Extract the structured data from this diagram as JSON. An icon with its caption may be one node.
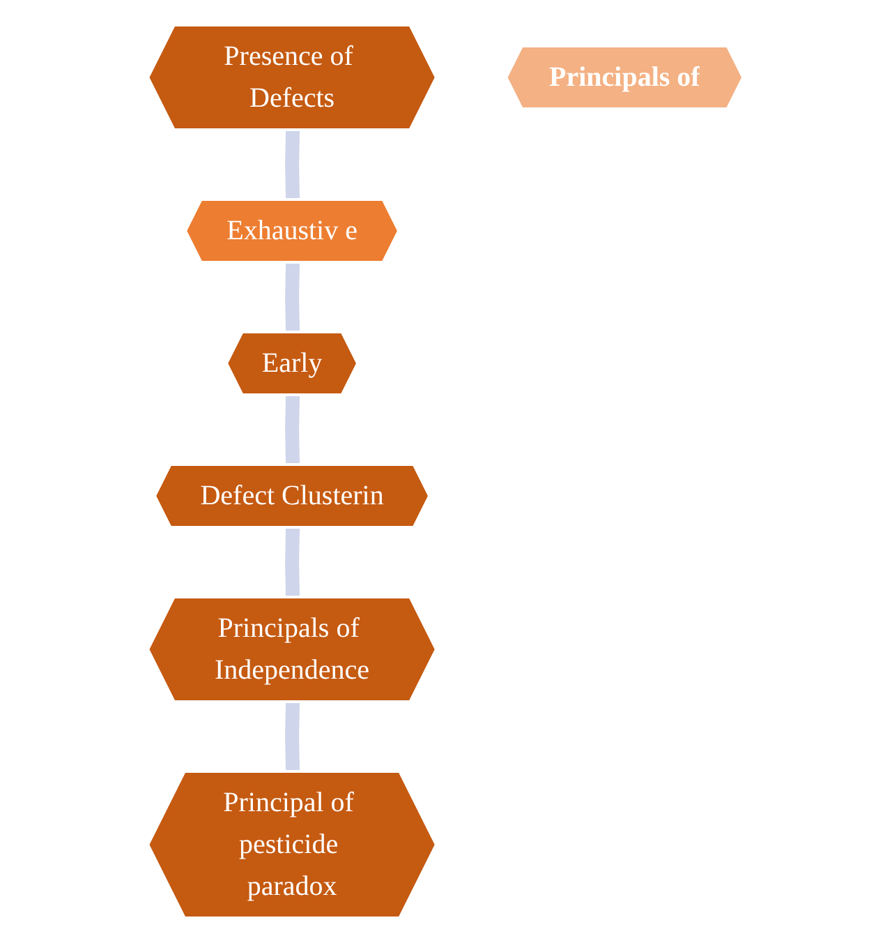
{
  "diagram": {
    "nodes": [
      {
        "text": [
          "Presence of Defects"
        ]
      },
      {
        "text": [
          "Principal of pesticide paradox"
        ]
      },
      {
        "text": [
          "Exhaustiv e"
        ]
      },
      {
        "text": [
          "Principals of"
        ]
      },
      {
        "text": [
          "Principals of Independence"
        ]
      },
      {
        "text": [
          "Early"
        ]
      },
      {
        "text": [
          "Defect Clusterin"
        ]
      }
    ],
    "edges": [
      {
        "from": 0,
        "to": 2,
        "arrow": "none"
      },
      {
        "from": 2,
        "to": 5,
        "arrow": "none"
      },
      {
        "from": 5,
        "to": 6,
        "arrow": "none"
      },
      {
        "from": 6,
        "to": 4,
        "arrow": "none"
      },
      {
        "from": 4,
        "to": 1,
        "arrow": "none"
      }
    ]
  }
}
